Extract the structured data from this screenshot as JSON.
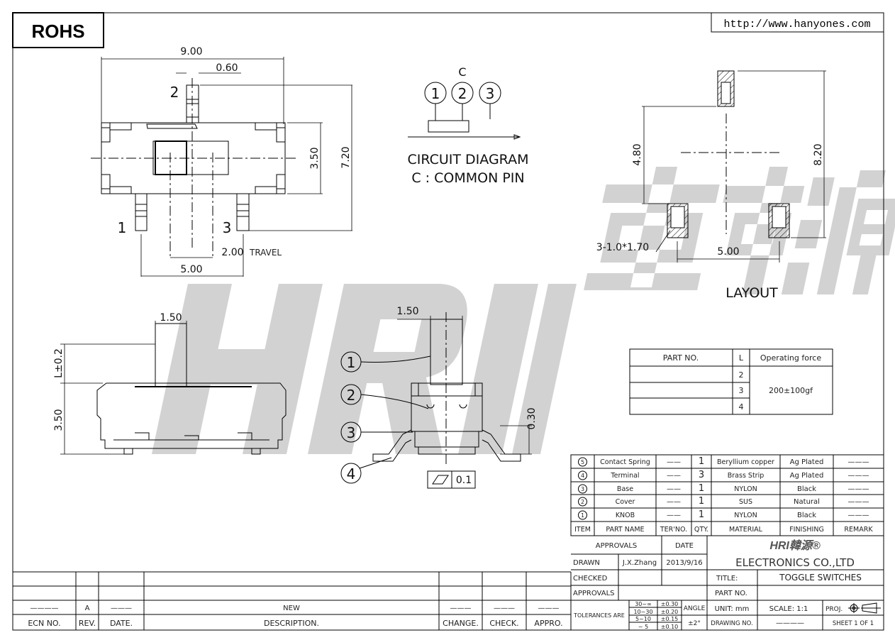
{
  "header": {
    "rohs": "ROHS",
    "url": "http://www.hanyones.com"
  },
  "watermark": {
    "latin": "HRI",
    "cjk": "韓源"
  },
  "top_view": {
    "dim_width": "9.00",
    "dim_pin": "0.60",
    "dim_height": "7.20",
    "dim_body": "3.50",
    "dim_travel": "2.00",
    "travel_label": "TRAVEL",
    "dim_pitch": "5.00",
    "pin1": "1",
    "pin2": "2",
    "pin3": "3"
  },
  "circuit": {
    "c_label": "C",
    "pins": [
      "1",
      "2",
      "3"
    ],
    "title": "CIRCUIT DIAGRAM",
    "note": "C : COMMON PIN"
  },
  "layout": {
    "dim_48": "4.80",
    "dim_82": "8.20",
    "dim_pitch": "5.00",
    "pad_note": "3-1.0*1.70",
    "title": "LAYOUT"
  },
  "side_view": {
    "dim_knob": "1.50",
    "dim_l": "L±0.2",
    "dim_h": "3.50"
  },
  "front_view": {
    "dim_knob": "1.50",
    "dim_030": "0.30",
    "callouts": [
      "1",
      "2",
      "3",
      "4"
    ],
    "flatness": "0.1"
  },
  "part_table": {
    "headers": [
      "PART NO.",
      "L",
      "Operating force"
    ],
    "rows": [
      {
        "part": "",
        "l": "2"
      },
      {
        "part": "",
        "l": "3"
      },
      {
        "part": "",
        "l": "4"
      }
    ],
    "force": "200±100gf"
  },
  "bom": {
    "headers": [
      "ITEM",
      "PART NAME",
      "TER'NO.",
      "QTY.",
      "MATERIAL",
      "FINISHING",
      "REMARK"
    ],
    "rows": [
      {
        "item": "5",
        "name": "Contact Spring",
        "ter": "——",
        "qty": "1",
        "material": "Beryllium copper",
        "finish": "Ag Plated",
        "remark": "———"
      },
      {
        "item": "4",
        "name": "Terminal",
        "ter": "——",
        "qty": "3",
        "material": "Brass Strip",
        "finish": "Ag Plated",
        "remark": "———"
      },
      {
        "item": "3",
        "name": "Base",
        "ter": "——",
        "qty": "1",
        "material": "NYLON",
        "finish": "Black",
        "remark": "———"
      },
      {
        "item": "2",
        "name": "Cover",
        "ter": "——",
        "qty": "1",
        "material": "SUS",
        "finish": "Natural",
        "remark": "———"
      },
      {
        "item": "1",
        "name": "KNOB",
        "ter": "——",
        "qty": "1",
        "material": "NYLON",
        "finish": "Black",
        "remark": "———"
      }
    ]
  },
  "title_block": {
    "approvals": "APPROVALS",
    "date": "DATE",
    "drawn": "DRAWN",
    "drawn_by": "J.X.Zhang",
    "drawn_date": "2013/9/16",
    "checked": "CHECKED",
    "approvals2": "APPROVALS",
    "logo": "HRI韓源®",
    "company": "ELECTRONICS  CO.,LTD",
    "title_label": "TITLE:",
    "title": "TOGGLE  SWITCHES",
    "partno_label": "PART  NO.",
    "tolerances": "TOLERANCES  ARE",
    "tol_ranges": [
      "30~∞",
      "10~30",
      "5~10",
      "~ 5"
    ],
    "tol_values": [
      "±0.30",
      "±0.20",
      "±0.15",
      "±0.10"
    ],
    "angle": "ANGLE",
    "angle_tol": "±2°",
    "unit": "UNIT:  mm",
    "scale": "SCALE:   1:1",
    "proj": "PROJ.",
    "drawing_no": "DRAWING  NO.",
    "drawing_no_value": "————",
    "sheet": "SHEET   1  OF  1"
  },
  "revision": {
    "headers": [
      "ECN  NO.",
      "REV.",
      "DATE.",
      "DESCRIPTION.",
      "CHANGE.",
      "CHECK.",
      "APPRO."
    ],
    "row": [
      "————",
      "A",
      "———",
      "NEW",
      "———",
      "———",
      "———"
    ]
  }
}
